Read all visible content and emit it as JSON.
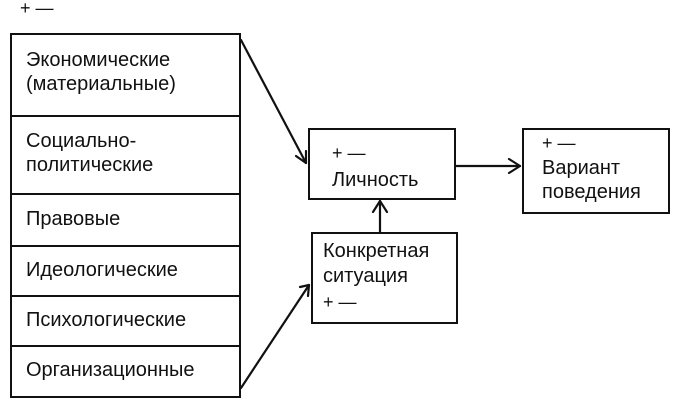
{
  "top_signs": "+ —",
  "factors": [
    {
      "lines": [
        "Экономические",
        "(материальные)"
      ]
    },
    {
      "lines": [
        "Социально-",
        "политические"
      ]
    },
    {
      "lines": [
        "Правовые"
      ]
    },
    {
      "lines": [
        "Идеологические"
      ]
    },
    {
      "lines": [
        "Психологические"
      ]
    },
    {
      "lines": [
        "Организационные"
      ]
    }
  ],
  "personality": {
    "signs": "+ —",
    "label": "Личность"
  },
  "situation": {
    "line1": "Конкретная",
    "line2": "ситуация",
    "signs": "+ —"
  },
  "behavior": {
    "signs": "+ —",
    "line1": "Вариант",
    "line2": "поведения"
  }
}
